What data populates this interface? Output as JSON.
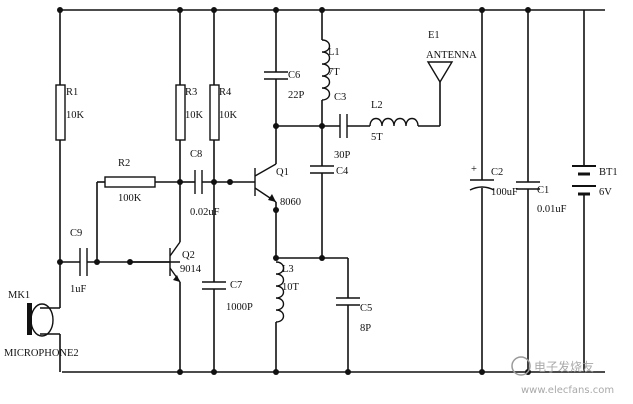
{
  "components": {
    "R1": {
      "ref": "R1",
      "value": "10K"
    },
    "R2": {
      "ref": "R2",
      "value": "100K"
    },
    "R3": {
      "ref": "R3",
      "value": "10K"
    },
    "R4": {
      "ref": "R4",
      "value": "10K"
    },
    "C1": {
      "ref": "C1",
      "value": "0.01uF"
    },
    "C2": {
      "ref": "C2",
      "value": "100uF",
      "polarity": "+"
    },
    "C3": {
      "ref": "C3",
      "value": "30P"
    },
    "C4": {
      "ref": "C4"
    },
    "C5": {
      "ref": "C5",
      "value": "8P"
    },
    "C6": {
      "ref": "C6",
      "value": "22P"
    },
    "C7": {
      "ref": "C7",
      "value": "1000P"
    },
    "C8": {
      "ref": "C8",
      "value": "0.02uF"
    },
    "C9": {
      "ref": "C9",
      "value": "1uF"
    },
    "L1": {
      "ref": "L1",
      "value": "7T"
    },
    "L2": {
      "ref": "L2",
      "value": "5T"
    },
    "L3": {
      "ref": "L3",
      "value": "10T"
    },
    "Q1": {
      "ref": "Q1",
      "value": "8060"
    },
    "Q2": {
      "ref": "Q2",
      "value": "9014"
    },
    "E1": {
      "ref": "E1",
      "value": "ANTENNA"
    },
    "BT1": {
      "ref": "BT1",
      "value": "6V"
    },
    "MK1": {
      "ref": "MK1",
      "value": "MICROPHONE2"
    }
  },
  "watermark": {
    "text": "电子发烧友",
    "site": "www.elecfans.com"
  }
}
